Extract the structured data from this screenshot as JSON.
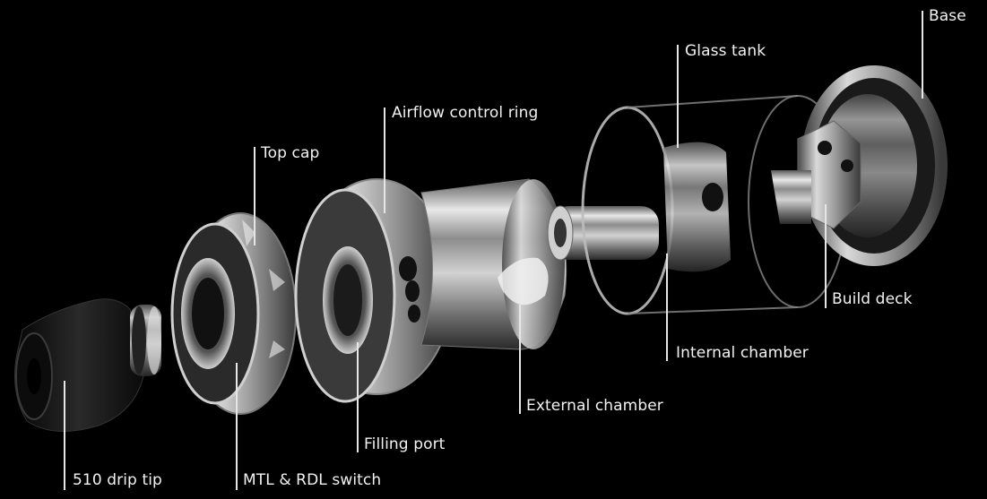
{
  "diagram": {
    "background": "#000000",
    "metal_color": "#b8b8b8",
    "glass_color": "#9a9a9a",
    "tip_color": "#111111",
    "labels": {
      "base": "Base",
      "glass_tank": "Glass tank",
      "airflow_ring": "Airflow control ring",
      "top_cap": "Top cap",
      "build_deck": "Build deck",
      "internal_chamber": "Internal chamber",
      "external_chamber": "External chamber",
      "filling_port": "Filling port",
      "drip_tip": "510 drip tip",
      "switch": "MTL & RDL switch"
    }
  }
}
